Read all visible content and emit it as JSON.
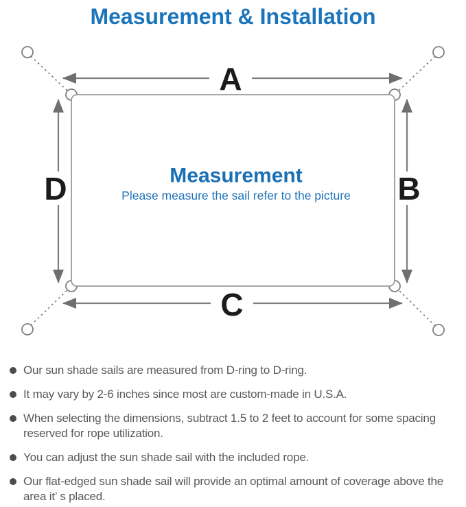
{
  "title": {
    "text": "Measurement & Installation",
    "color": "#1b75bc"
  },
  "diagram": {
    "dimension_labels": {
      "top": "A",
      "right": "B",
      "bottom": "C",
      "left": "D"
    },
    "center": {
      "heading": "Measurement",
      "subheading": "Please measure the sail refer to the picture"
    },
    "colors": {
      "line_gray": "#7e7e7e",
      "arrowhead_gray": "#6f6f6f",
      "label_text": "#1c1c1c",
      "heading_blue": "#1b6fb4",
      "subheading_blue": "#2173b8"
    }
  },
  "notes": [
    "Our sun shade sails are measured from D-ring to D-ring.",
    "It may vary by 2-6 inches since most are custom-made in U.S.A.",
    "When selecting the dimensions, subtract 1.5 to 2 feet to account for some spacing reserved for rope utilization.",
    "You can adjust the sun shade sail with the included rope.",
    "Our flat-edged sun shade sail will provide an optimal amount of coverage above the area it’ s placed."
  ]
}
